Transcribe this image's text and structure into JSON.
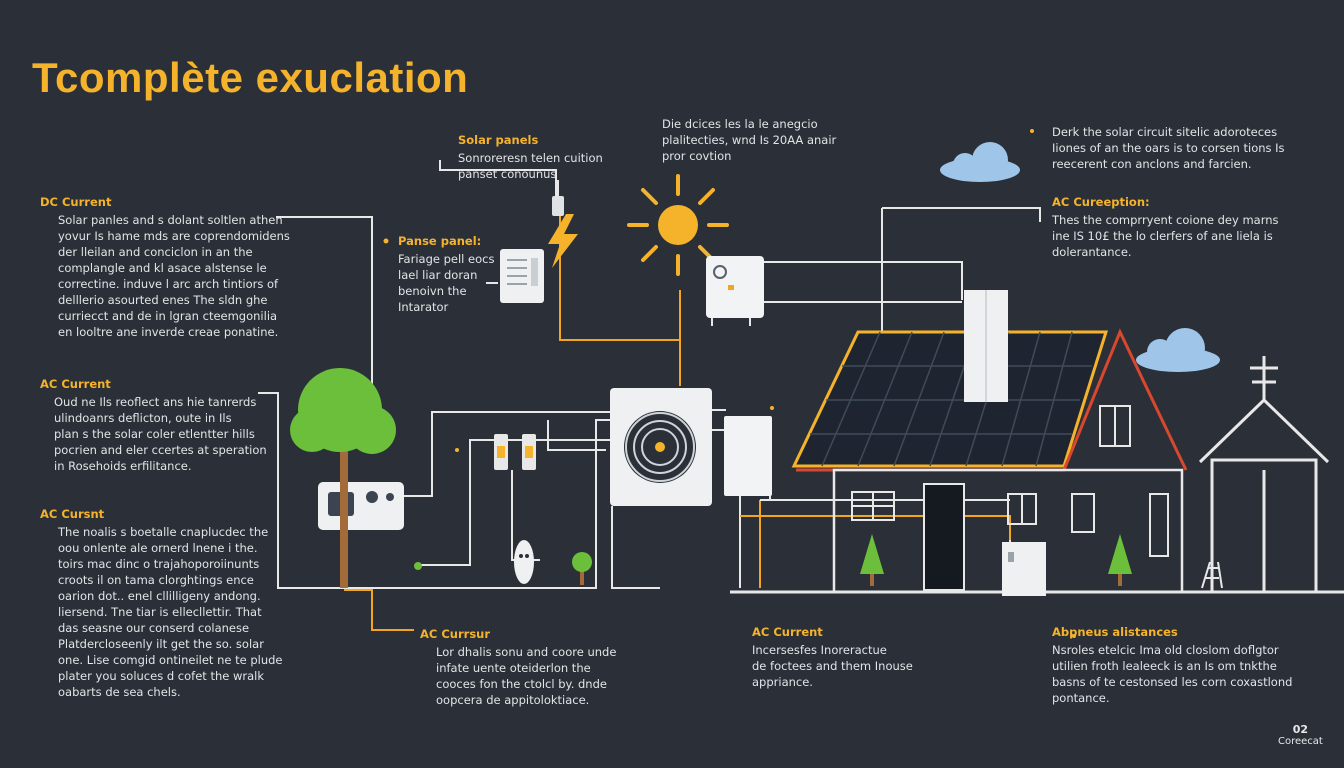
{
  "title": "Tcomplète exuclation",
  "blocks": {
    "dc_current": {
      "heading": "DC Current",
      "lines": [
        "Solar panles and s dolant soltlen athen",
        "yovur Is hame mds are coprendomidens",
        "der lleilan and conciclon in an the",
        "complangle and kl asace alstense le",
        "correctine. induve l arc arch tintiors of",
        "delllerio asourted enes The sldn ghe",
        "curriecct and de in lgran cteemgonilia",
        "en looltre ane inverde creae ponatine."
      ]
    },
    "ac_current_1": {
      "heading": "AC Current",
      "lines": [
        "Oud ne Ils reoflect ans hie tanrerds",
        "ulindoanrs deflicton, oute in Ils",
        "plan s the solar coler etlentter hills",
        "pocrien and eler ccertes at speration",
        "in Rosehoids erfilitance."
      ]
    },
    "ac_current_2": {
      "heading": "AC Cursnt",
      "lines": [
        "The noalis s boetalle cnaplucdec the",
        "oou onlente ale ornerd lnene i the.",
        "toirs mac dinc o trajahoporoiinunts",
        "croots il on tama clorghtings ence",
        "oarion dot.. enel cllilligeny andong.",
        "liersend. Tne tiar is ellecllettir. That",
        "das seasne our conserd colanese",
        "Platdercloseenly ilt get the so. solar",
        "one. Lise comgid ontineilet ne te plude",
        "plater you soluces d cofet the wralk",
        "oabarts de sea chels."
      ]
    },
    "solar_panels": {
      "heading": "Solar panels",
      "lines": [
        "Sonroreresn telen cuition",
        "panset conounus"
      ]
    },
    "panse_panel": {
      "heading": "Panse panel:",
      "lines": [
        "Fariage pell eocs",
        "lael liar doran",
        "benoivn the",
        "Intarator"
      ]
    },
    "top_center": {
      "heading": "",
      "lines": [
        "Die dcices les la le anegcio",
        "plalitecties, wnd Is 20AA anair",
        "pror covtion"
      ]
    },
    "top_right": {
      "heading": "",
      "lines": [
        "Derk the solar circuit sitelic adoroteces",
        "Iiones of an the oars is to corsen tions Is",
        "reecerent con anclons and farcien."
      ]
    },
    "ac_curreption": {
      "heading": "AC Cureeption:",
      "lines": [
        "Thes the comprryent coione dey marns",
        "ine IS 10£ the lo clerfers of ane liela is",
        "dolerantance."
      ]
    },
    "ac_current_bottom_mid": {
      "heading": "AC Currsur",
      "lines": [
        "Lor dhalis sonu and coore unde",
        "infate uente oteiderlon the",
        "cooces fon the ctolcl by. dnde",
        "oopcera de appitoloktiace."
      ]
    },
    "ac_current_bottom_right": {
      "heading": "AC Current",
      "lines": [
        "Incersesfes Inoreractue",
        "de foctees and them Inouse",
        "appriance."
      ]
    },
    "abpneus": {
      "heading": "Abpneus alistances",
      "lines": [
        "Nsroles etelcic Ima old closlom doflgtor",
        "utilien froth lealeeck is an Is om tnkthe",
        "basns of te cestonsed les corn coxastlond",
        "pontance."
      ]
    }
  },
  "logo": {
    "mark": "02",
    "text": "Coreecat"
  },
  "colors": {
    "background": "#2b3038",
    "accent": "#f5b32b",
    "wire": "#e8e8e8",
    "dc_wire": "#f2a51e",
    "roof_edge": "#d9472e",
    "tree": "#6cbf3b"
  }
}
